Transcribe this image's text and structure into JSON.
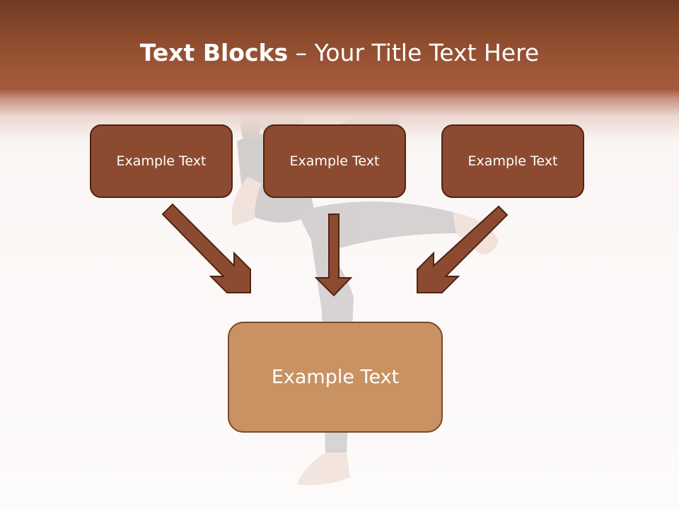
{
  "slide": {
    "title_bold": "Text Blocks",
    "title_rest": " – Your Title Text Here",
    "boxes": [
      {
        "label": "Example Text"
      },
      {
        "label": "Example Text"
      },
      {
        "label": "Example Text"
      }
    ],
    "main_box": {
      "label": "Example Text"
    }
  },
  "colors": {
    "header": "#a2593a",
    "box_top_fill": "#8c4b31",
    "box_main_fill": "#c89262",
    "arrow_fill": "#8c4b31",
    "arrow_stroke": "#4e2414"
  },
  "icons": {
    "arrow": "down-pointing-arrow-icon"
  }
}
